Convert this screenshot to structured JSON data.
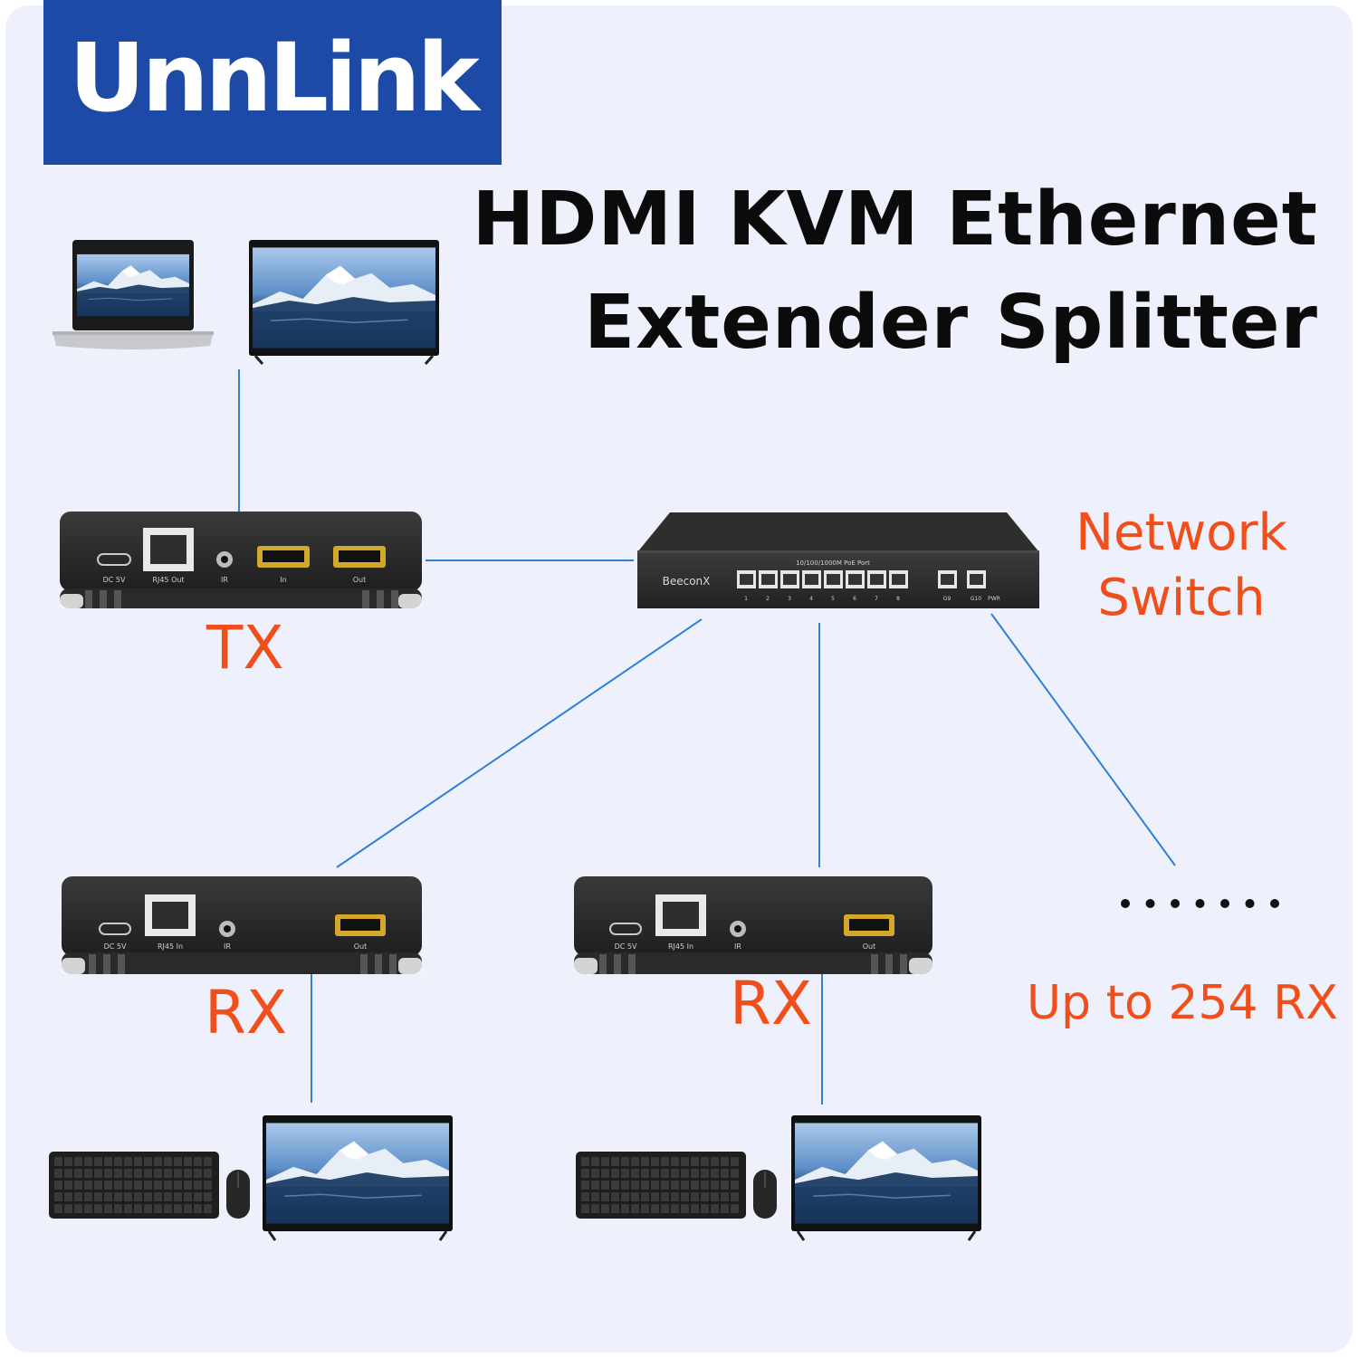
{
  "brand": {
    "logo_text": "UnnLink"
  },
  "title": {
    "line1": "HDMI KVM Ethernet",
    "line2": "Extender Splitter"
  },
  "labels": {
    "tx": "TX",
    "rx_left": "RX",
    "rx_right": "RX",
    "switch_line1": "Network",
    "switch_line2": "Switch",
    "up_to": "Up to 254 RX",
    "ellipsis_dots": 7
  },
  "switch": {
    "brand": "BeeconX",
    "port_header": "10/100/1000M PoE Port",
    "port_labels": [
      "1",
      "2",
      "3",
      "4",
      "5",
      "6",
      "7",
      "8",
      "G9",
      "G10",
      "PWR"
    ]
  },
  "tx_device": {
    "port_labels": [
      "DC 5V",
      "RJ45 Out",
      "IR",
      "In",
      "Out"
    ]
  },
  "rx_device": {
    "port_labels": [
      "DC 5V",
      "RJ45 In",
      "IR",
      "Out"
    ]
  },
  "colors": {
    "accent_orange": "#f04f1c",
    "logo_blue": "#1d49a7",
    "cable_blue": "#2f7fd6",
    "panel_bg": "#eef1fb",
    "device_body": "#2b2b2b"
  }
}
